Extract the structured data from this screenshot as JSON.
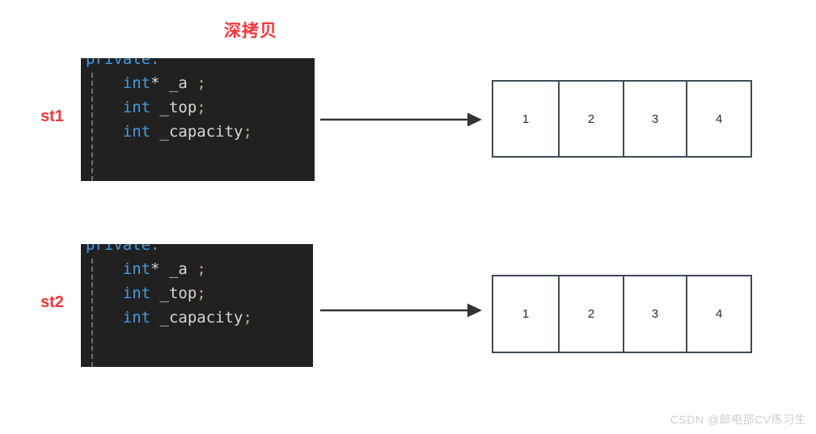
{
  "title": "深拷贝",
  "colors": {
    "accent_red": "#f6353a",
    "code_bg": "#212121",
    "keyword_blue": "#4a9ae0",
    "identifier_gray": "#d6d6d6",
    "punctuation_tan": "#c9a882",
    "box_border": "#3f4a56",
    "arrow": "#333333",
    "watermark": "#cfcfcf"
  },
  "rows": [
    {
      "label": "st1",
      "code": {
        "header": "private:",
        "lines": [
          {
            "keyword": "int",
            "operator": "*",
            "identifier": " _a ",
            "punctuation": ";"
          },
          {
            "keyword": "int",
            "operator": "",
            "identifier": " _top",
            "punctuation": ";"
          },
          {
            "keyword": "int",
            "operator": "",
            "identifier": " _capacity",
            "punctuation": ";"
          }
        ]
      },
      "array": [
        "1",
        "2",
        "3",
        "4"
      ]
    },
    {
      "label": "st2",
      "code": {
        "header": "private:",
        "lines": [
          {
            "keyword": "int",
            "operator": "*",
            "identifier": " _a ",
            "punctuation": ";"
          },
          {
            "keyword": "int",
            "operator": "",
            "identifier": " _top",
            "punctuation": ";"
          },
          {
            "keyword": "int",
            "operator": "",
            "identifier": " _capacity",
            "punctuation": ";"
          }
        ]
      },
      "array": [
        "1",
        "2",
        "3",
        "4"
      ]
    }
  ],
  "watermark": "CSDN @邮电部CV练习生"
}
